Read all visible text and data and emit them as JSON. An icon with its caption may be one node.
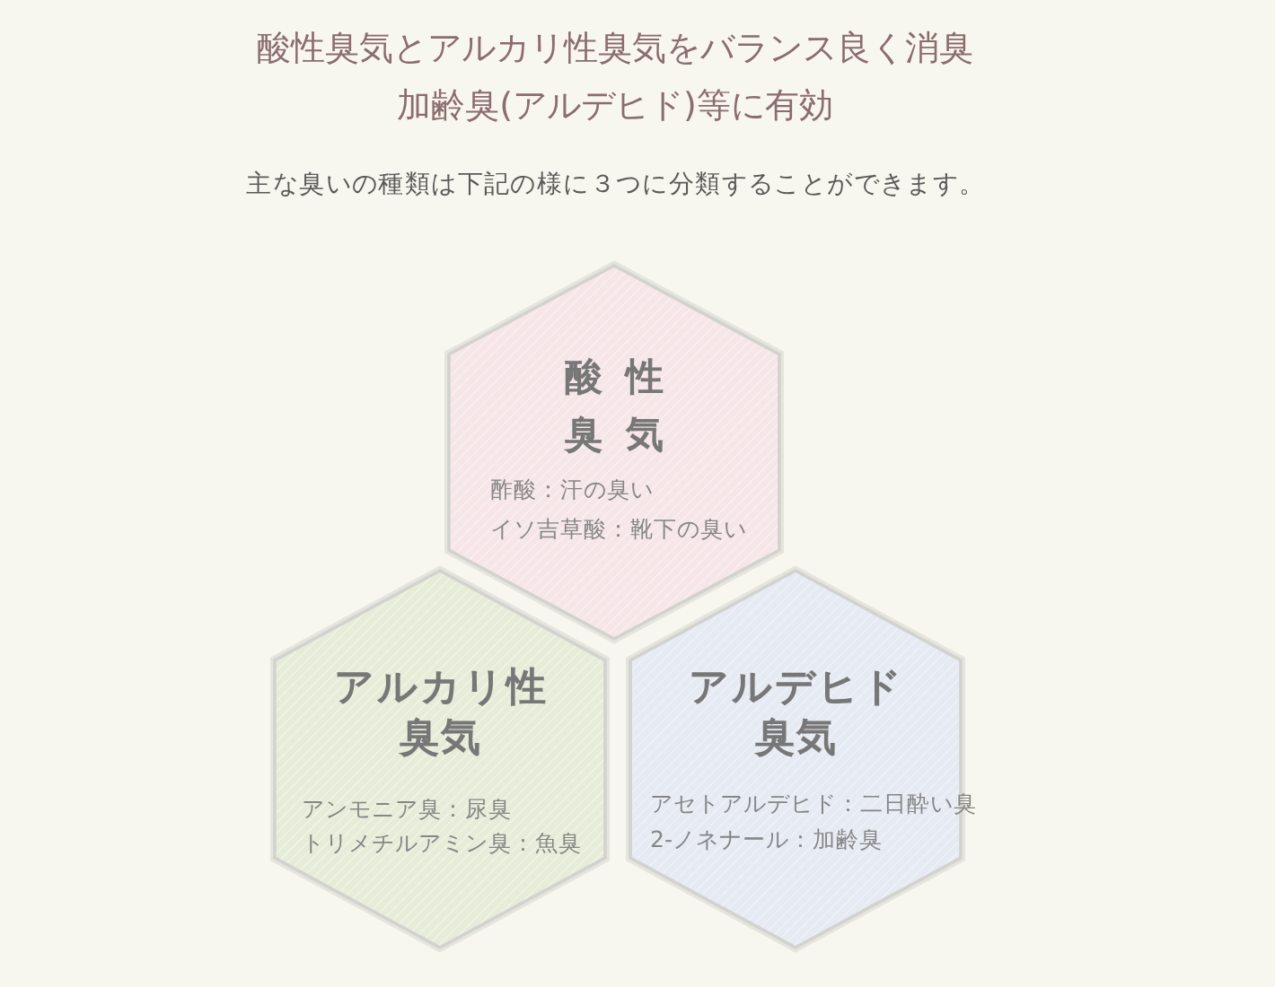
{
  "diagram": {
    "title": "酸性臭気とアルカリ性臭気をバランス良く消臭加齢臭(アルデヒド)等に有効",
    "labels": [
      "主な臭いの種類は下記の様に３つに分類することができます。"
    ],
    "nodes": [
      {
        "text": [
          "酸性臭気",
          "酢酸：汗の臭い",
          "イソ吉草酸：靴下の臭い"
        ]
      },
      {
        "text": [
          "アルカリ性臭気",
          "アンモニア臭：尿臭",
          "トリメチルアミン臭：魚臭"
        ]
      },
      {
        "text": [
          "アルデヒド臭気",
          "アセトアルデヒド：二日酔い臭",
          "2-ノネナール：加齢臭"
        ]
      }
    ]
  }
}
